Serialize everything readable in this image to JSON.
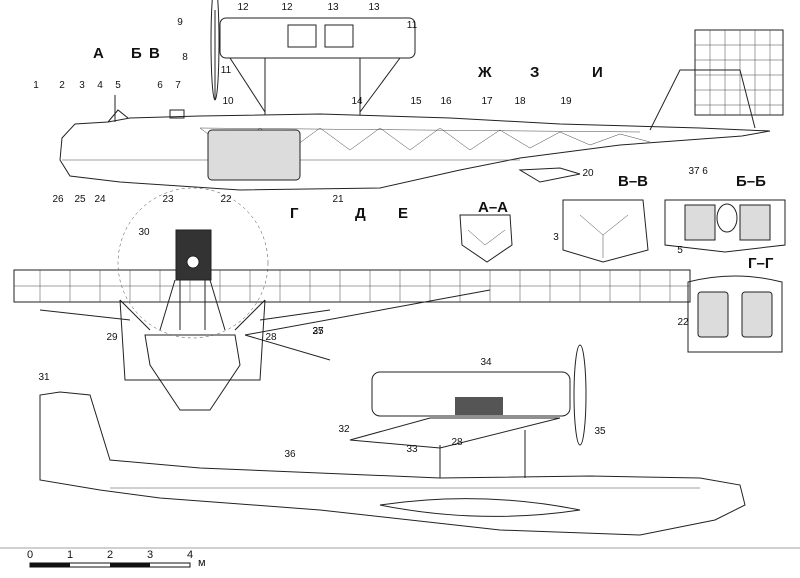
{
  "callouts": [
    "1",
    "2",
    "3",
    "4",
    "5",
    "6",
    "7",
    "8",
    "9",
    "10",
    "11",
    "11",
    "12",
    "12",
    "13",
    "13",
    "14",
    "15",
    "16",
    "17",
    "18",
    "19",
    "20",
    "21",
    "22",
    "22",
    "23",
    "24",
    "25",
    "26",
    "27",
    "28",
    "28",
    "29",
    "30",
    "31",
    "32",
    "33",
    "34",
    "35",
    "35",
    "36",
    "37",
    "3",
    "5",
    "6"
  ],
  "section_marks": [
    "А",
    "Б",
    "В",
    "Г",
    "Д",
    "Е",
    "Ж",
    "З",
    "И"
  ],
  "section_titles": [
    "А–А",
    "В–В",
    "Б–Б",
    "Г–Г"
  ],
  "scale": {
    "ticks": [
      "0",
      "1",
      "2",
      "3",
      "4"
    ],
    "unit": "м"
  }
}
